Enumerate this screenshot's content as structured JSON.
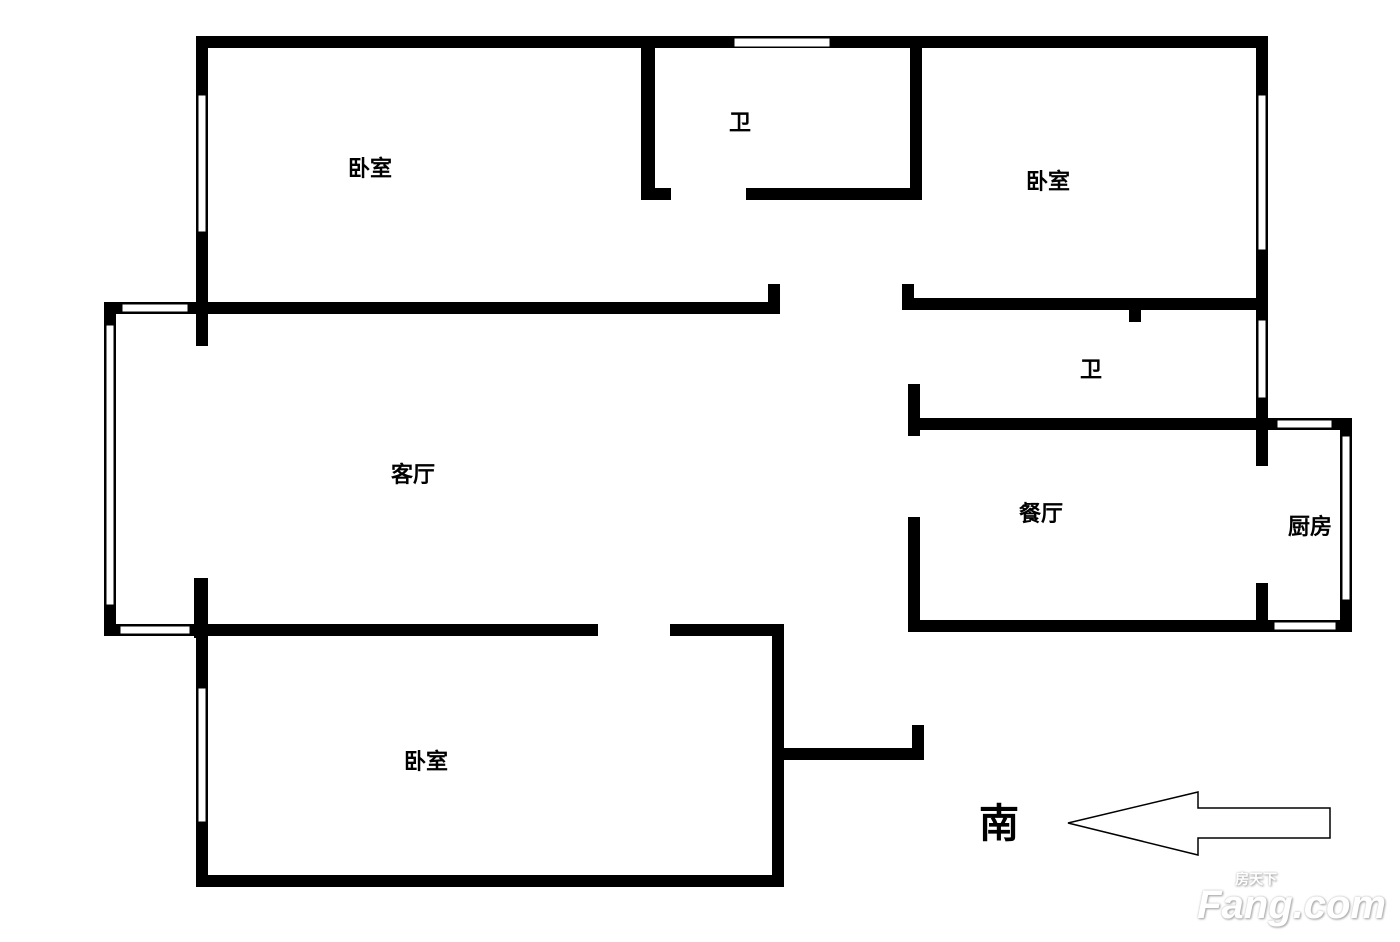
{
  "rooms": {
    "bedroom_north_left": "卧室",
    "bathroom_north": "卫",
    "bedroom_north_right": "卧室",
    "bathroom_east": "卫",
    "living_room": "客厅",
    "dining_room": "餐厅",
    "kitchen": "厨房",
    "bedroom_south": "卧室"
  },
  "compass": {
    "label": "南",
    "icon": "arrow-left-icon"
  },
  "watermark": {
    "brand": "Fang.com",
    "chinese": "房天下"
  }
}
